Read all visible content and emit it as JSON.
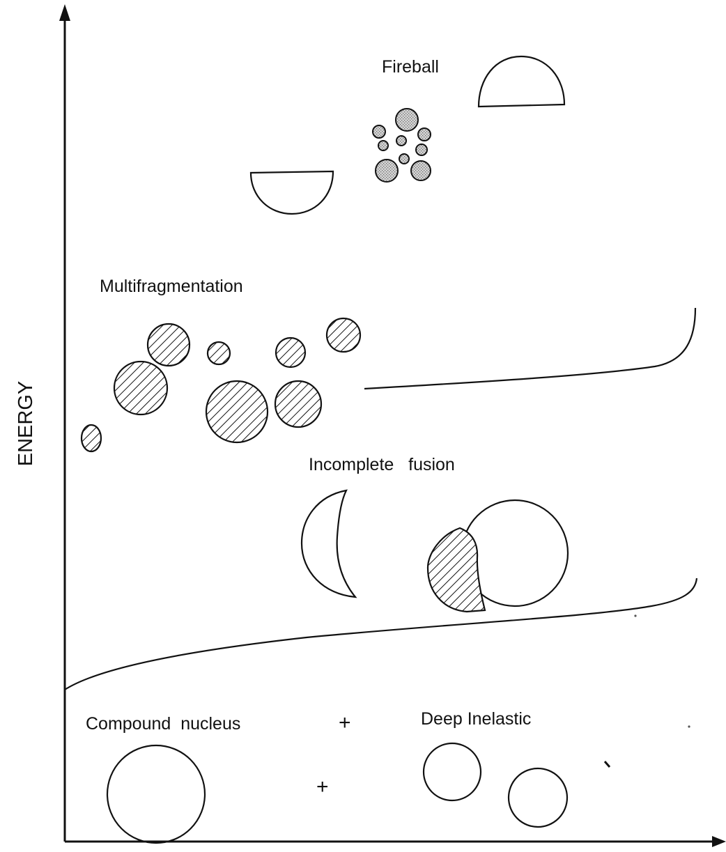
{
  "axes": {
    "y_label": "ENERGY"
  },
  "regions": {
    "fireball": "Fireball",
    "multifragmentation": "Multifragmentation",
    "incomplete_fusion": "Incomplete   fusion",
    "compound_nucleus": "Compound  nucleus",
    "deep_inelastic": "Deep Inelastic"
  },
  "operators": {
    "plus_label": "+",
    "plus_circles": "+"
  },
  "colors": {
    "ink": "#111111",
    "stipple_fill": "#c8c8c8"
  }
}
